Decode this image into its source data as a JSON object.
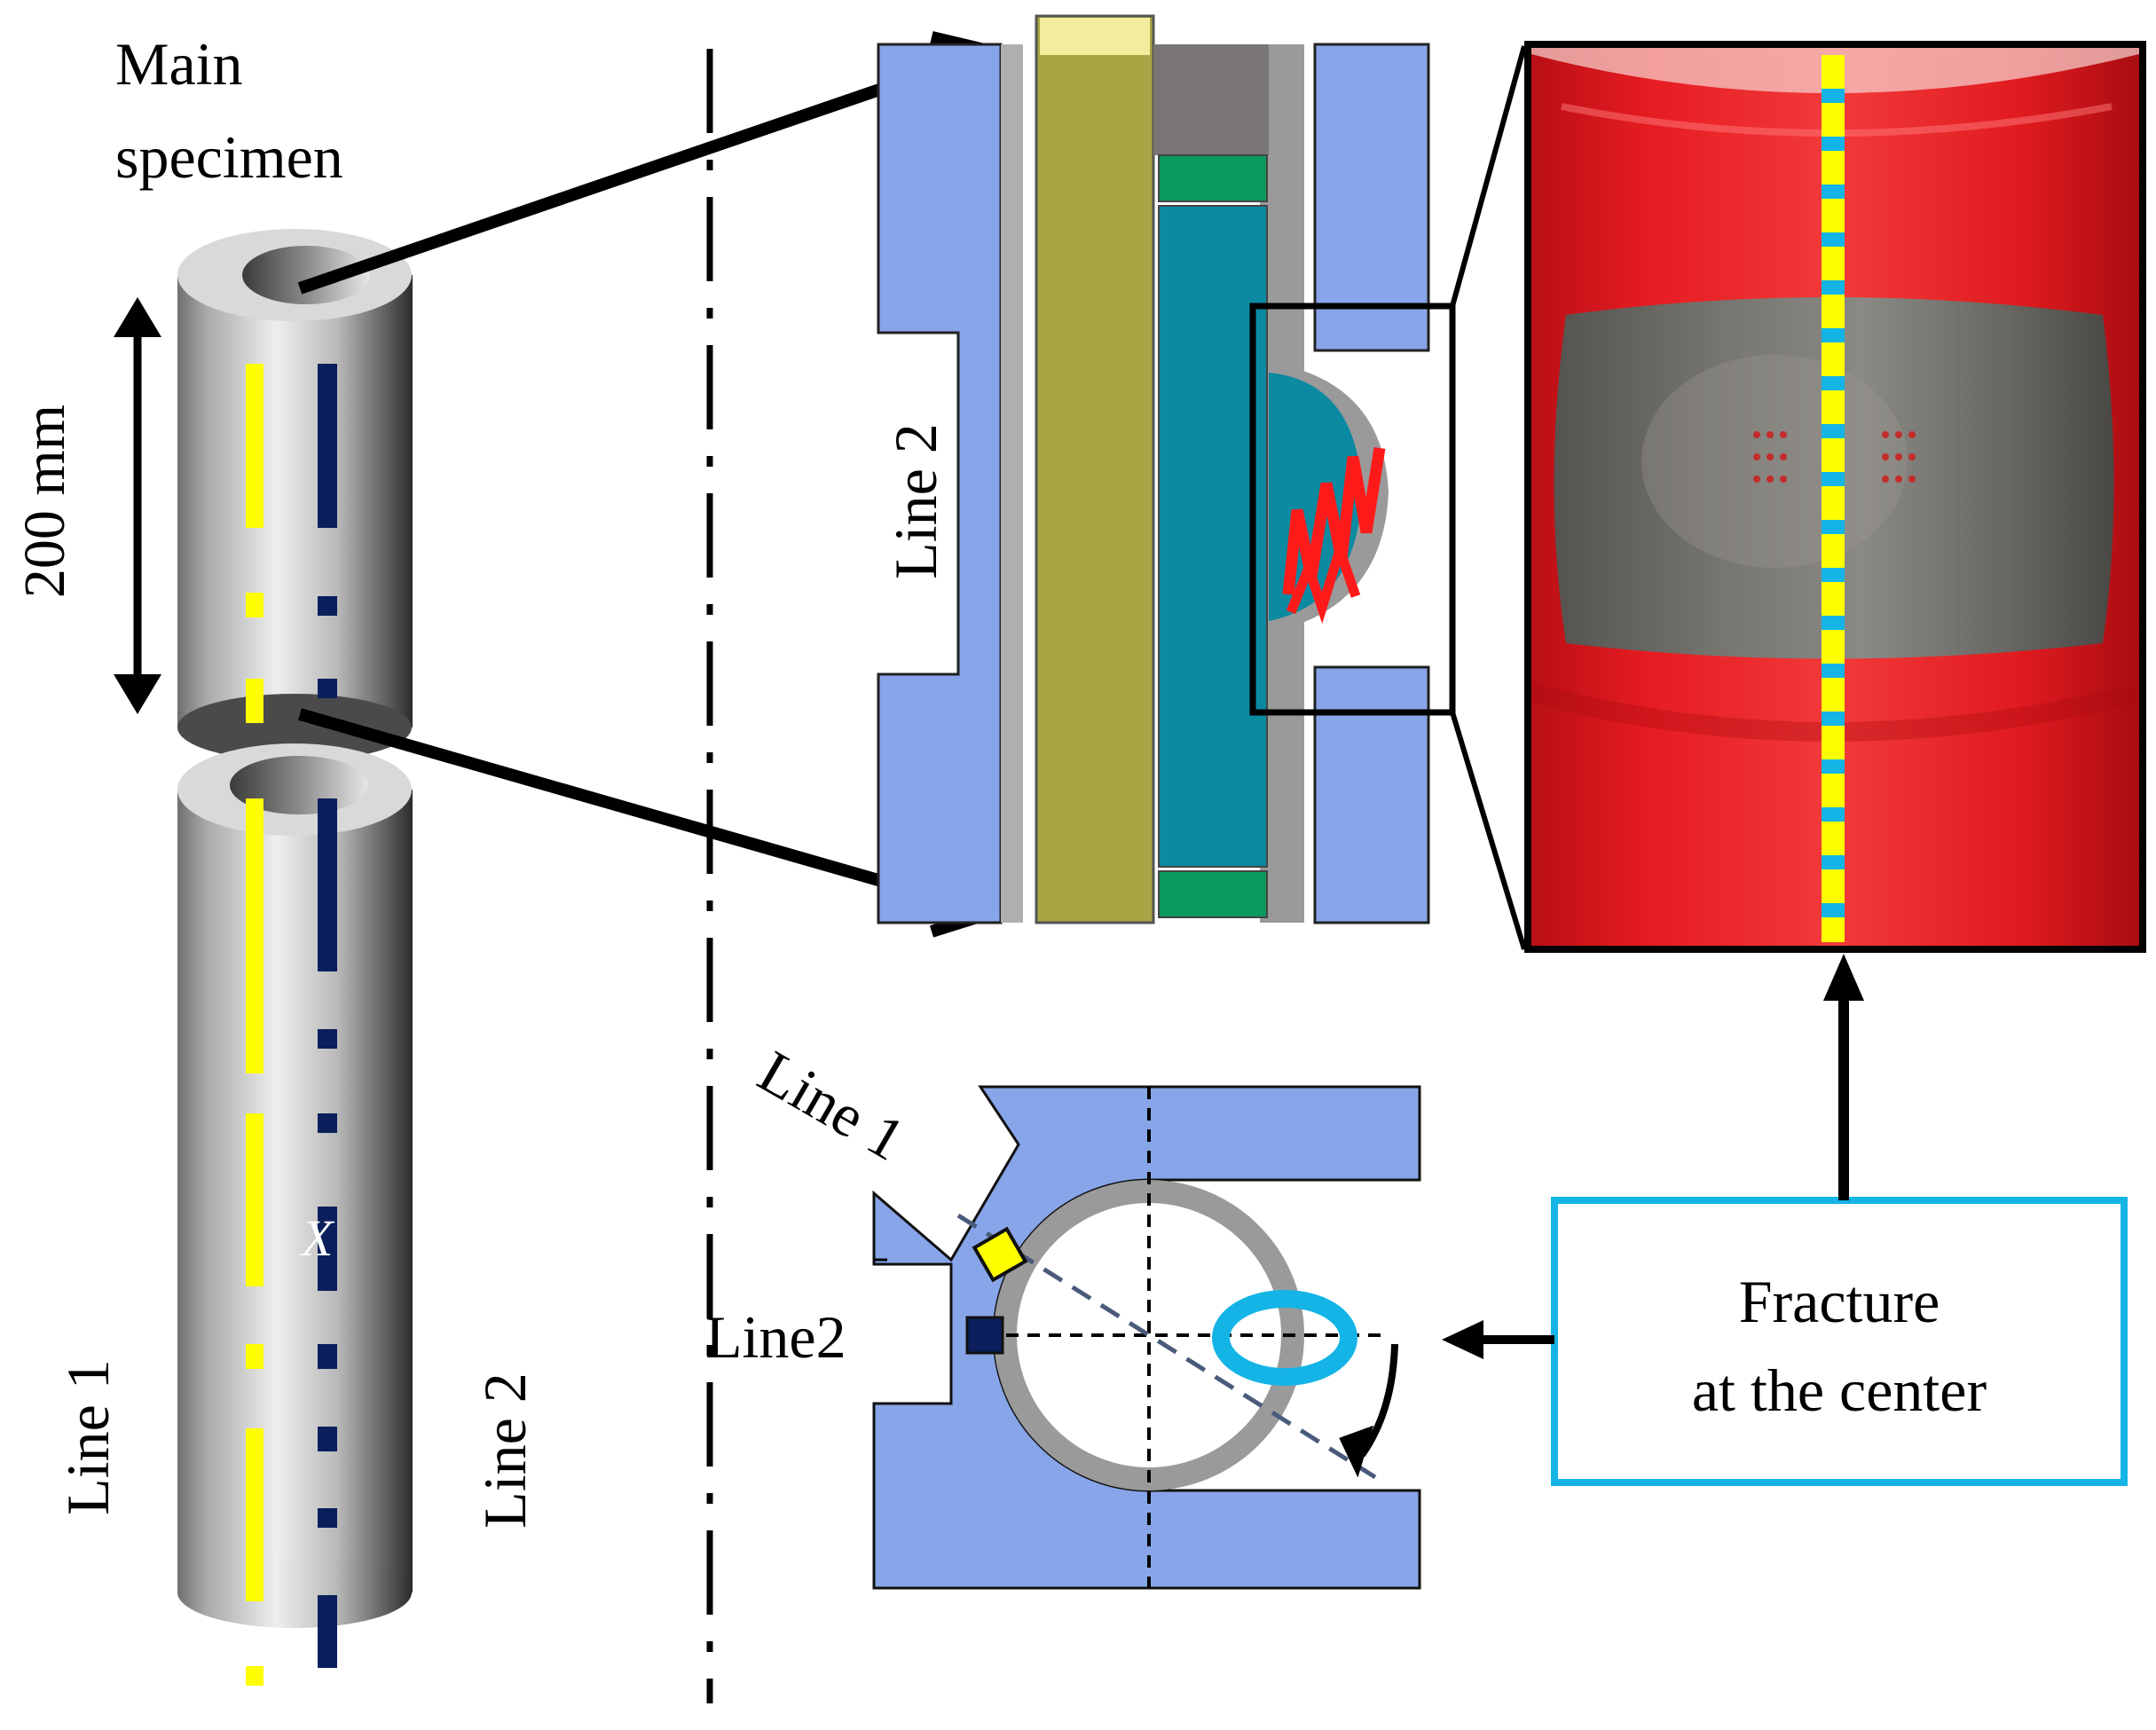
{
  "labels": {
    "main_specimen_line1": "Main",
    "main_specimen_line2": "specimen",
    "length": "200 mm",
    "line1_vertical": "Line 1",
    "line2_vertical": "Line 2",
    "marker_x": "X",
    "fixture_line2": "Line 2",
    "cross_line1": "Line 1",
    "cross_line2": "Line2",
    "callout_line1": "Fracture",
    "callout_line2": "at the center"
  },
  "colors": {
    "fixture_blue": "#87a5e8",
    "dark_navy": "#0a1f5c",
    "yellow_marker": "#ffff00",
    "olive_rod": "#a9a544",
    "teal_chamber": "#0b8aa1",
    "green_seal": "#0b9a5e",
    "gray_tube": "#9a9a9a",
    "fracture_red": "#ff1a1a",
    "callout_cyan": "#14b4e6",
    "photo_red": "#e21a1f",
    "photo_gray": "#6e6c69"
  }
}
